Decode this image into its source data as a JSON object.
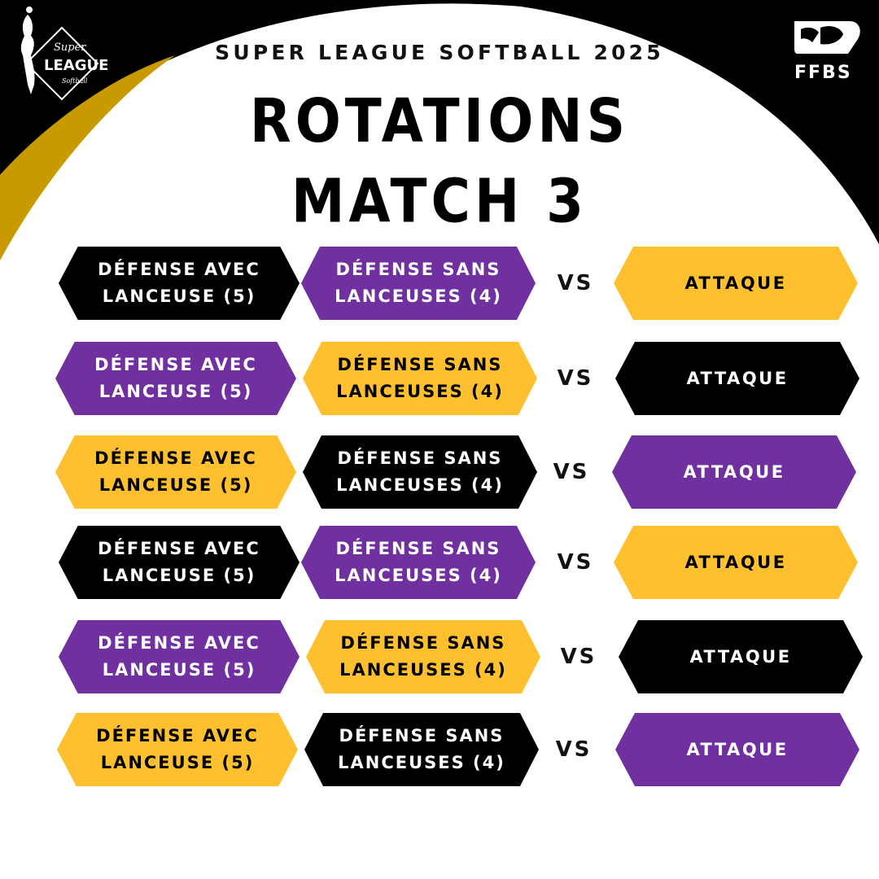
{
  "header": {
    "subtitle": "SUPER LEAGUE SOFTBALL 2025",
    "title_line1": "ROTATIONS",
    "title_line2": "MATCH 3"
  },
  "logos": {
    "left": {
      "line1": "Super",
      "line2": "LEAGUE",
      "line3": "Softball"
    },
    "right": {
      "text": "FFBS"
    }
  },
  "colors": {
    "black": "#000000",
    "purple": "#7030A0",
    "yellow": "#FFC030",
    "gold": "#C99A00",
    "white": "#FFFFFF"
  },
  "vs_label": "VS",
  "rotations": [
    {
      "def_avec": {
        "line1": "DÉFENSE AVEC",
        "line2": "LANCEUSE (5)",
        "color": "black"
      },
      "def_sans": {
        "line1": "DÉFENSE SANS",
        "line2": "LANCEUSES (4)",
        "color": "purple"
      },
      "attaque": {
        "label": "ATTAQUE",
        "color": "yellow"
      }
    },
    {
      "def_avec": {
        "line1": "DÉFENSE AVEC",
        "line2": "LANCEUSE (5)",
        "color": "purple"
      },
      "def_sans": {
        "line1": "DÉFENSE SANS",
        "line2": "LANCEUSES (4)",
        "color": "yellow"
      },
      "attaque": {
        "label": "ATTAQUE",
        "color": "black"
      }
    },
    {
      "def_avec": {
        "line1": "DÉFENSE AVEC",
        "line2": "LANCEUSE (5)",
        "color": "yellow"
      },
      "def_sans": {
        "line1": "DÉFENSE SANS",
        "line2": "LANCEUSES (4)",
        "color": "black"
      },
      "attaque": {
        "label": "ATTAQUE",
        "color": "purple"
      }
    },
    {
      "def_avec": {
        "line1": "DÉFENSE AVEC",
        "line2": "LANCEUSE (5)",
        "color": "black"
      },
      "def_sans": {
        "line1": "DÉFENSE SANS",
        "line2": "LANCEUSES (4)",
        "color": "purple"
      },
      "attaque": {
        "label": "ATTAQUE",
        "color": "yellow"
      }
    },
    {
      "def_avec": {
        "line1": "DÉFENSE AVEC",
        "line2": "LANCEUSE (5)",
        "color": "purple"
      },
      "def_sans": {
        "line1": "DÉFENSE SANS",
        "line2": "LANCEUSES (4)",
        "color": "yellow"
      },
      "attaque": {
        "label": "ATTAQUE",
        "color": "black"
      }
    },
    {
      "def_avec": {
        "line1": "DÉFENSE AVEC",
        "line2": "LANCEUSE (5)",
        "color": "yellow"
      },
      "def_sans": {
        "line1": "DÉFENSE SANS",
        "line2": "LANCEUSES (4)",
        "color": "black"
      },
      "attaque": {
        "label": "ATTAQUE",
        "color": "purple"
      }
    }
  ]
}
